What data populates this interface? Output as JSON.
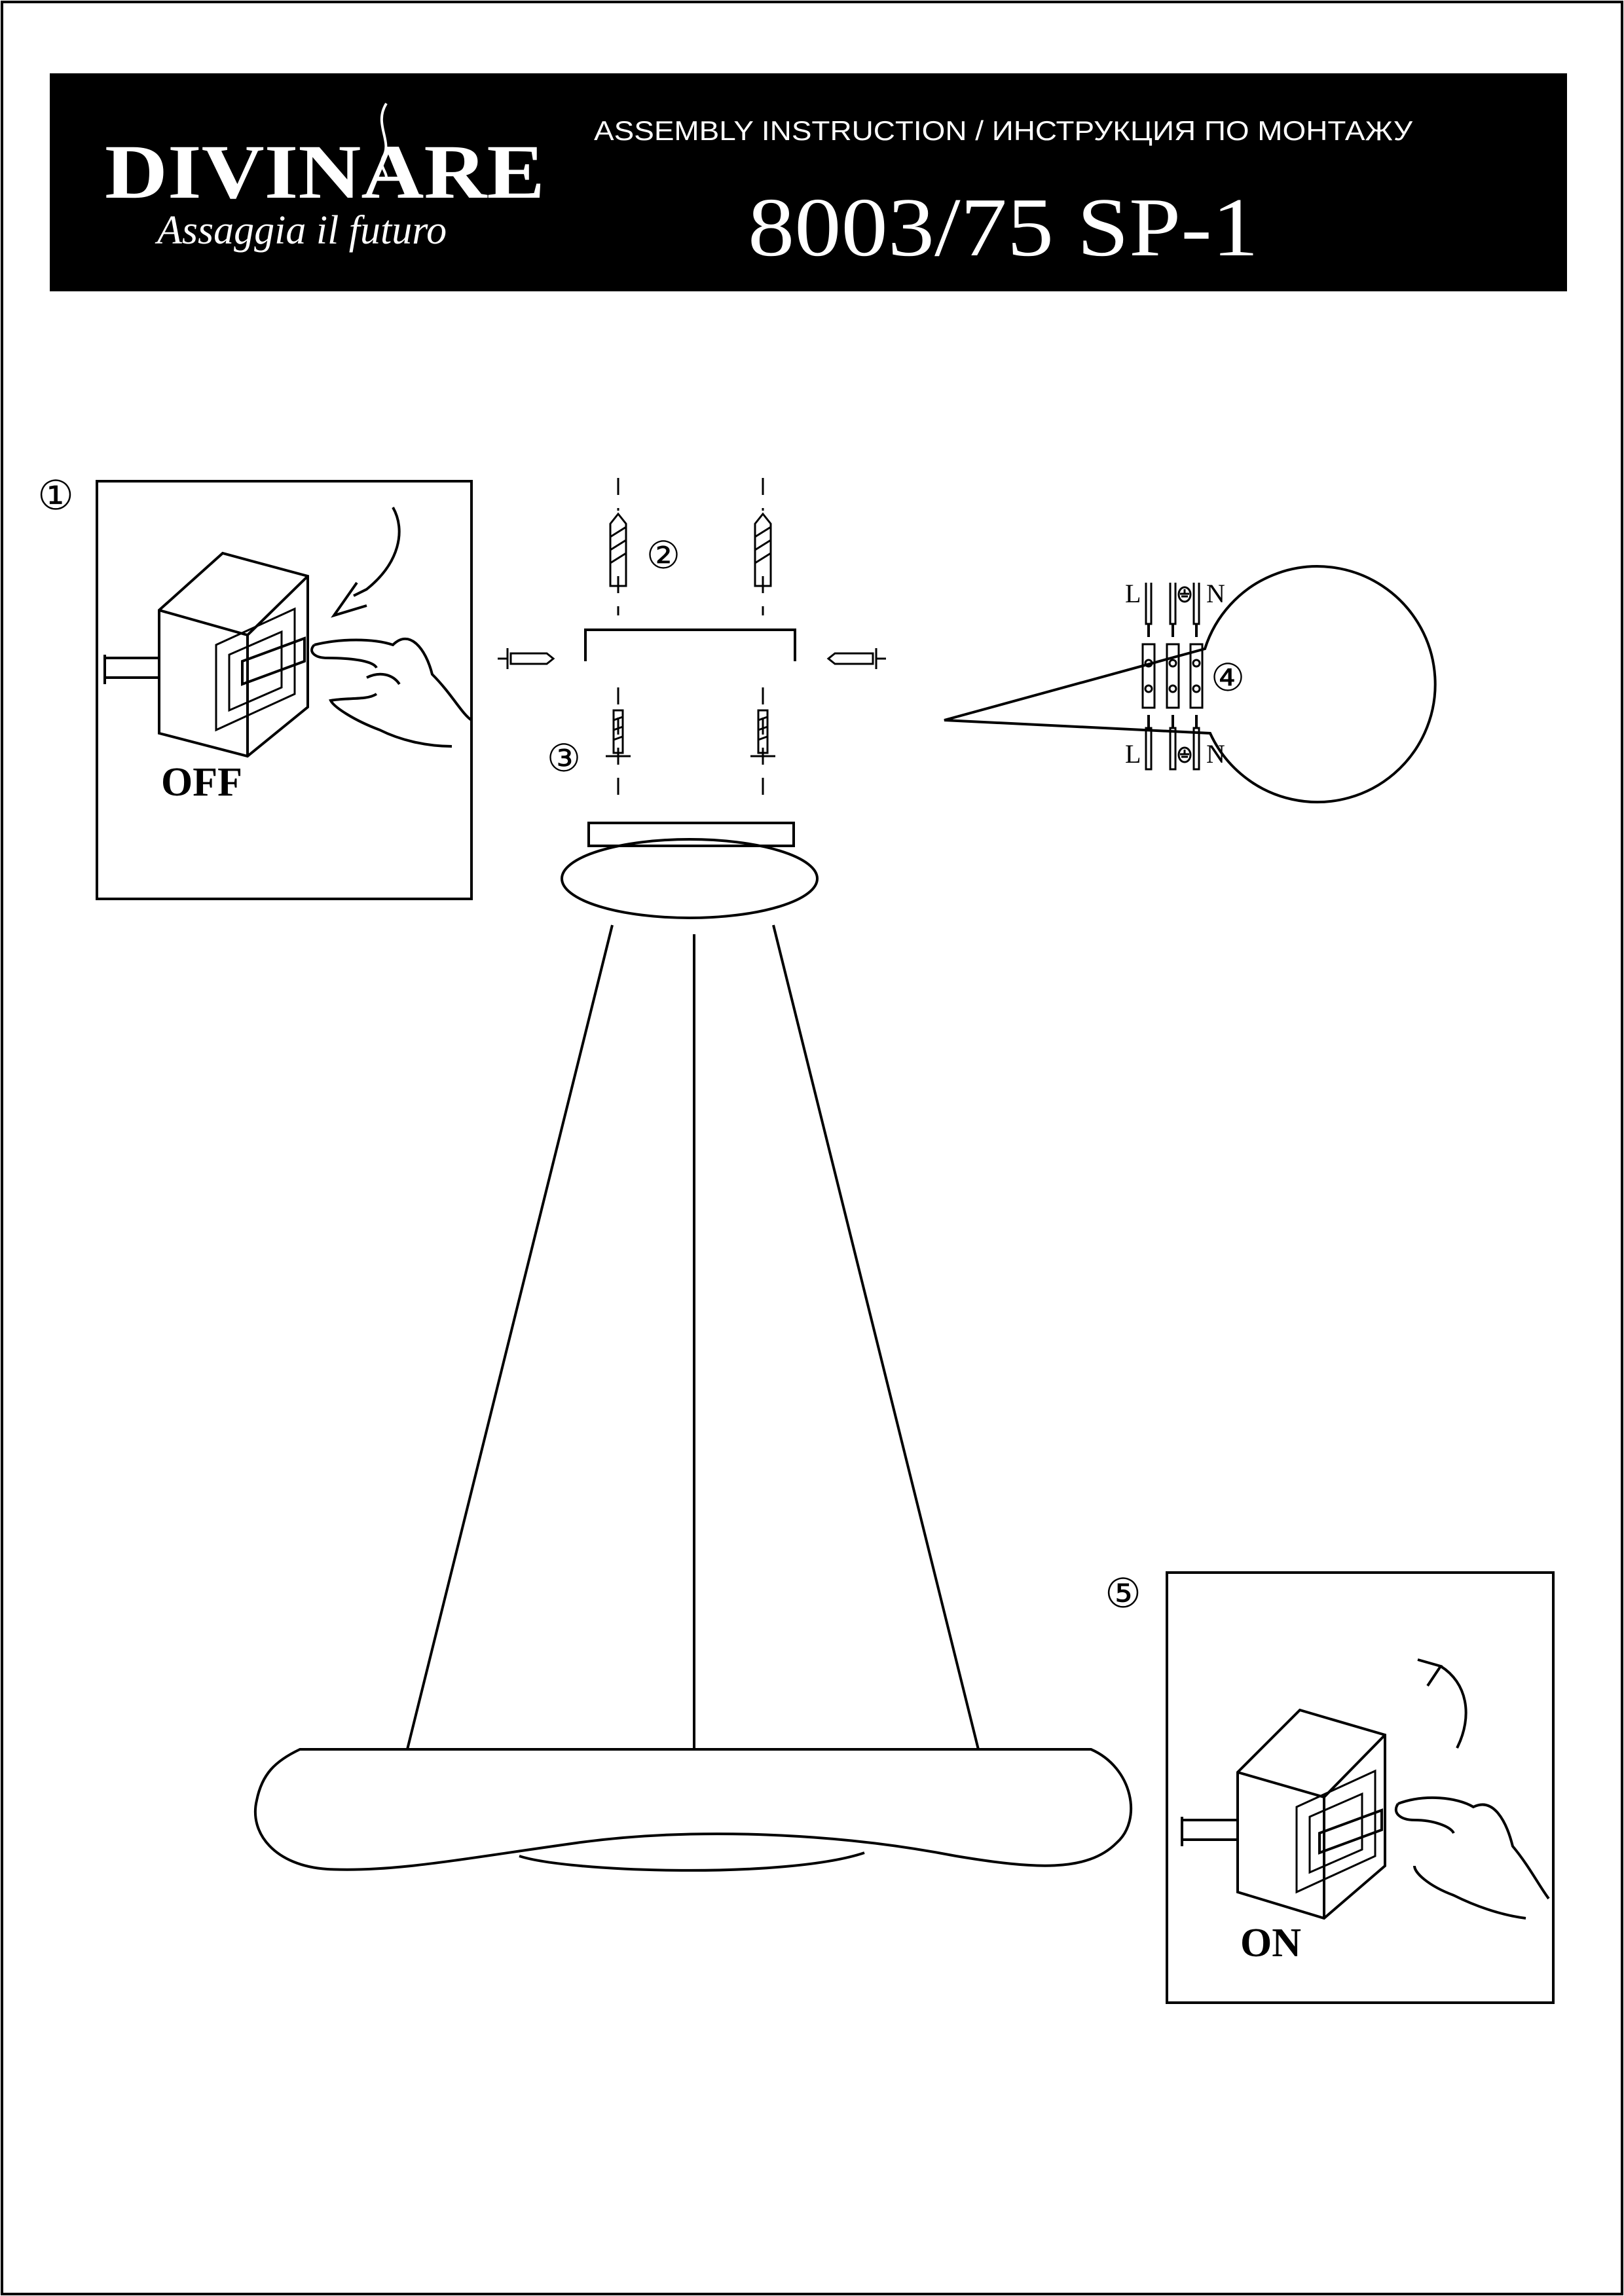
{
  "header": {
    "brand": "DIVINARE",
    "tagline": "Assaggia il futuro",
    "title": "ASSEMBLY INSTRUCTION / ИНСТРУКЦИЯ ПО МОНТАЖУ",
    "model": "8003/75 SP-1",
    "background_color": "#000000",
    "text_color": "#ffffff"
  },
  "steps": {
    "step1": {
      "number": "①",
      "label": "OFF"
    },
    "step2": {
      "number": "②"
    },
    "step3": {
      "number": "③"
    },
    "step4": {
      "number": "④",
      "wire_labels_top": [
        "L",
        "N"
      ],
      "wire_labels_bottom": [
        "L",
        "N"
      ],
      "ground_icon": "earth-ground-icon"
    },
    "step5": {
      "number": "⑤",
      "label": "ON"
    }
  }
}
